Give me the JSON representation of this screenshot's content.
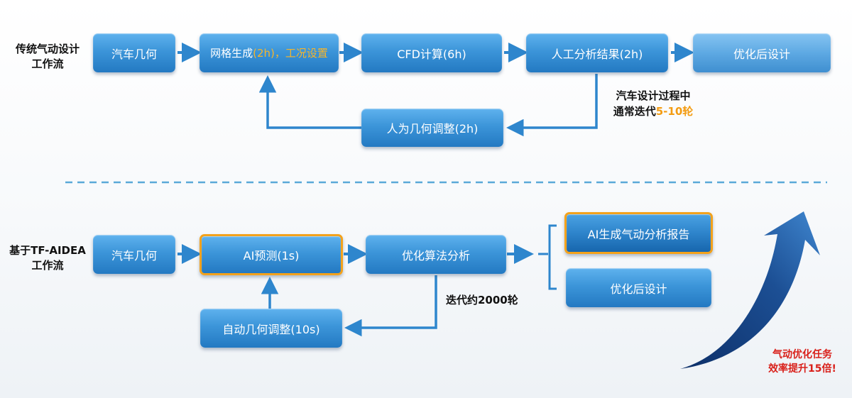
{
  "traditional": {
    "label_line1": "传统气动设计",
    "label_line2": "工作流",
    "step1": "汽车几何",
    "step2_a": "网格生成",
    "step2_b": "(2h)，工况设置",
    "step3": "CFD计算(6h)",
    "step4": "人工分析结果(2h)",
    "step5": "优化后设计",
    "loop": "人为几何调整(2h)",
    "note_line1": "汽车设计过程中",
    "note_line2_a": "通常迭代",
    "note_line2_b": "5-10轮"
  },
  "ai": {
    "label_line1": "基于TF-AIDEA",
    "label_line2": "工作流",
    "step1": "汽车几何",
    "step2": "AI预测(1s)",
    "step3": "优化算法分析",
    "out1": "AI生成气动分析报告",
    "out2": "优化后设计",
    "loop": "自动几何调整(10s)",
    "note": "迭代约2000轮"
  },
  "result": {
    "line1": "气动优化任务",
    "line2": "效率提升15倍!"
  },
  "colors": {
    "arrow": "#2e86cd",
    "divider": "#5aa9d8",
    "highlight_border": "#f3a21c",
    "note_accent": "#f39c12",
    "result_text": "#d9201a"
  }
}
